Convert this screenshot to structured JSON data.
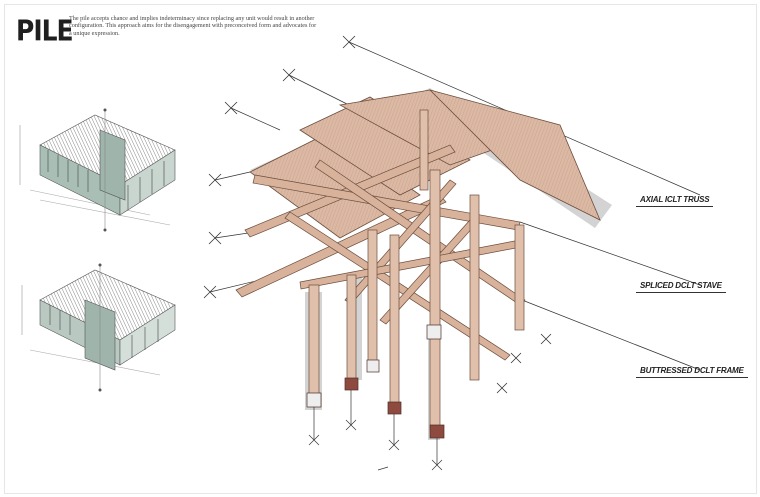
{
  "header": {
    "title": "PILE",
    "description": "The pile accepts chance and implies indeterminacy since replacing any unit would result in another configuration. This approach aims for the disengagement with preconceived form and advocates for a unique expression."
  },
  "callouts": [
    {
      "label": "AXIAL ICLT TRUSS"
    },
    {
      "label": "SPLICED DCLT STAVE"
    },
    {
      "label": "BUTTRESSED DCLT FRAME"
    }
  ],
  "colors": {
    "timber": "#dcb9a4",
    "timber_dark": "#b88e76",
    "halo": "#d3d3d3",
    "footing": "#8e4a3e",
    "thumb_fill": "#a9bfb6",
    "ink": "#333333"
  }
}
